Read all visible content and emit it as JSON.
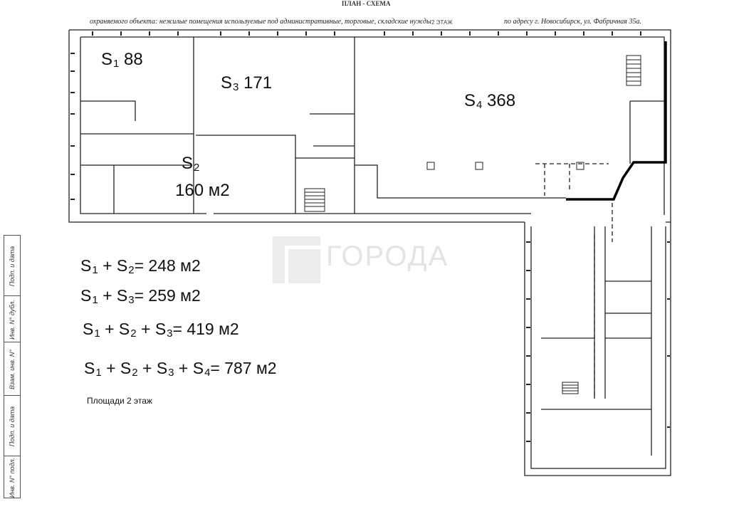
{
  "header": {
    "title": "ПЛАН - СХЕМА",
    "object_line": "охраняемого объекта: нежилые помещения  используемые  под административные, торговые, складские нужды",
    "floor": "2 ЭТАЖ",
    "address": "по адресу г. Новосибирск, ул. Фабричная 35а."
  },
  "rooms": [
    {
      "s": "S",
      "sub": "1",
      "area": "88"
    },
    {
      "s": "S",
      "sub": "3",
      "area": "171"
    },
    {
      "s": "S",
      "sub": "4",
      "area": "368"
    },
    {
      "s": "S",
      "sub": "2",
      "area": "160 м2"
    }
  ],
  "formulas": [
    {
      "terms": [
        "1",
        "2"
      ],
      "result": "= 248 м2"
    },
    {
      "terms": [
        "1",
        "3"
      ],
      "result": "= 259 м2"
    },
    {
      "terms": [
        "1",
        "2",
        "3"
      ],
      "result": "= 419 м2"
    },
    {
      "terms": [
        "1",
        "2",
        "3",
        "4"
      ],
      "result": "= 787 м2"
    }
  ],
  "caption": "Площади 2 этаж",
  "watermark": "ГОРОДА",
  "stamp": [
    "Подп. и дата",
    "Инв. N° дубл.",
    "Взам. инв. N°",
    "Подп. и дата",
    "Инв. N° подл."
  ],
  "colors": {
    "wall": "#222222",
    "watermark": "#e4e4e4"
  }
}
